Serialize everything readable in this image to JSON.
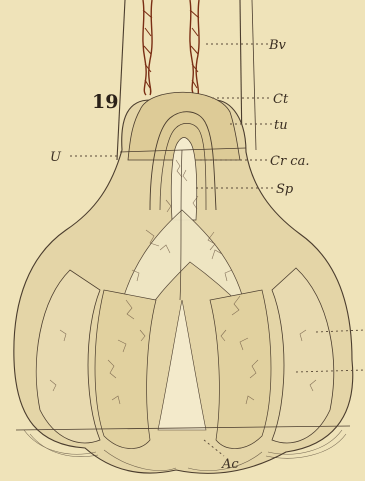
{
  "figure": {
    "number": "19",
    "labels": {
      "bv": "Bv",
      "ct": "Ct",
      "tu": "tu",
      "u": "U",
      "crca": "Cr ca.",
      "sp": "Sp",
      "ac": "Ac"
    }
  },
  "colors": {
    "paper": "#efe3b9",
    "tissue": "#e4d5a7",
    "ink": "#4b3d2e",
    "vessel": "#7a2e14"
  }
}
